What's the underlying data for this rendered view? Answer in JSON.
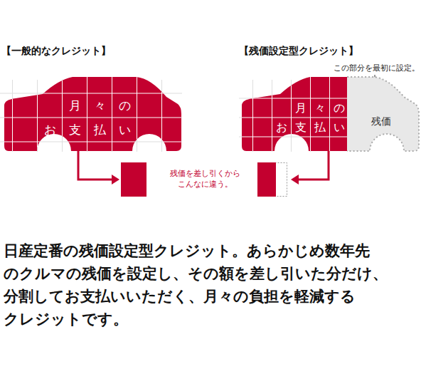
{
  "diagram": {
    "nodes": [
      {
        "text": [
          "月々の お支払い"
        ]
      },
      {
        "text": [
          "月々の お支払い"
        ]
      },
      {
        "text": [
          "残価"
        ]
      }
    ],
    "labels": [
      "【一般的なクレジット】",
      "【残価設定型クレジット】",
      "この部分を最初に設定。",
      "残価を差し引くから こんなに違う。",
      "日産定番の残価設定型クレジット。あらかじめ数年先 のクルマの残価を設定し、その額を差し引いた分だけ、 分割してお支払いいただく、月々の負担を軽減する クレジットです。"
    ]
  }
}
